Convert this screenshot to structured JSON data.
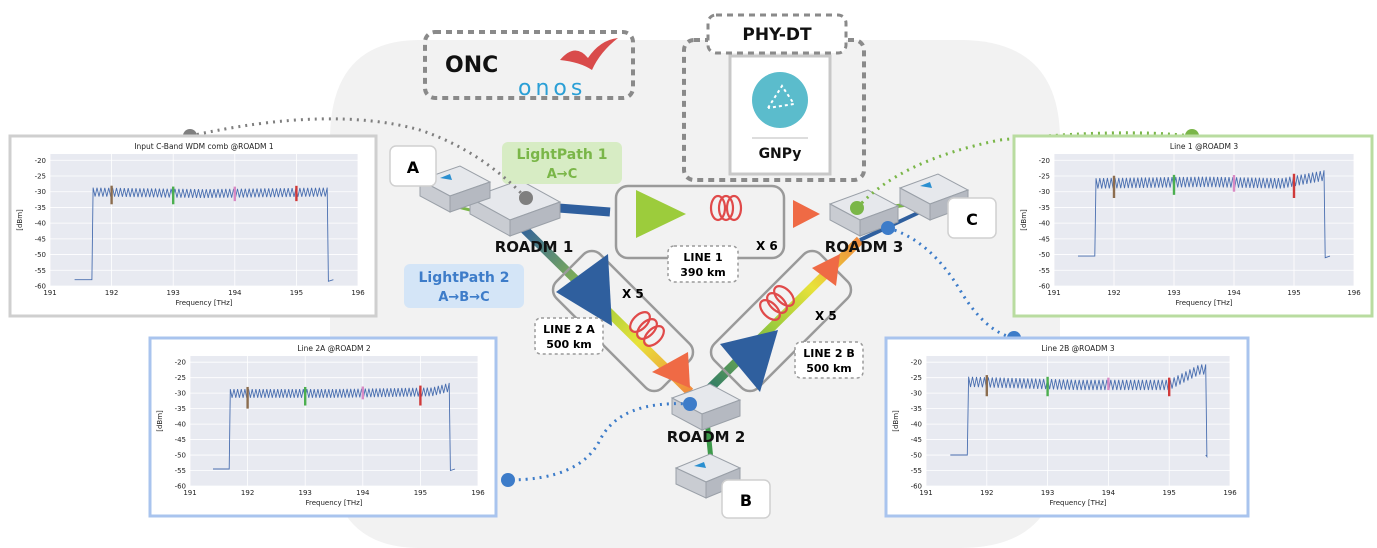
{
  "controller_box": {
    "label": "ONC",
    "logo_text": "onos"
  },
  "digital_twin_box": {
    "title": "PHY-DT",
    "tool_label": "GNPy"
  },
  "nodes": {
    "A": "A",
    "B": "B",
    "C": "C",
    "roadm1": "ROADM 1",
    "roadm2": "ROADM 2",
    "roadm3": "ROADM 3"
  },
  "lightpaths": {
    "lp1": {
      "title": "LightPath 1",
      "route": "A→C"
    },
    "lp2": {
      "title": "LightPath 2",
      "route": "A→B→C"
    }
  },
  "links": {
    "line1": {
      "name": "LINE 1",
      "length": "390 km",
      "spans": "X 6"
    },
    "line2a": {
      "name": "LINE 2 A",
      "length": "500 km",
      "spans": "X 5"
    },
    "line2b": {
      "name": "LINE 2 B",
      "length": "500 km",
      "spans": "X 5"
    }
  },
  "colors": {
    "lp1_accent": "#7ab648",
    "lp2_accent": "#3d7cc9",
    "gray_dot": "#7f7f7f",
    "amp_green": "#9ccc3c",
    "amp_blue": "#2f5f9e",
    "amp_red": "#ef6a45",
    "trace": "#4a6fb0",
    "plot_bg": "#e8eaf1"
  },
  "chart_data": [
    {
      "type": "line",
      "title": "Input C-Band WDM comb @ROADM 1",
      "xlabel": "Frequency [THz]",
      "ylabel": "[dBm]",
      "xlim": [
        191,
        196
      ],
      "ylim": [
        -60,
        -18
      ],
      "xticks": [
        "191",
        "192",
        "193",
        "194",
        "195",
        "196"
      ],
      "yticks": [
        "-20",
        "-25",
        "-30",
        "-35",
        "-40",
        "-45",
        "-50",
        "-55",
        "-60"
      ],
      "floor": -58,
      "band": [
        191.7,
        195.5
      ],
      "profile": {
        "x": [
          191.7,
          193.5,
          195.5
        ],
        "y": [
          -29,
          -29.5,
          -29
        ]
      },
      "ripple": 2.5,
      "markers": [
        {
          "x": 192.0,
          "color": "#8c6d4f",
          "y": -34
        },
        {
          "x": 193.0,
          "color": "#4caf50",
          "y": -34
        },
        {
          "x": 194.0,
          "color": "#d98bc5",
          "y": -33
        },
        {
          "x": 195.0,
          "color": "#d03a3a",
          "y": -33
        }
      ]
    },
    {
      "type": "line",
      "title": "Line 2A @ROADM 2",
      "xlabel": "Frequency [THz]",
      "ylabel": "[dBm]",
      "xlim": [
        191,
        196
      ],
      "ylim": [
        -60,
        -18
      ],
      "xticks": [
        "191",
        "192",
        "193",
        "194",
        "195",
        "196"
      ],
      "yticks": [
        "-20",
        "-25",
        "-30",
        "-35",
        "-40",
        "-45",
        "-50",
        "-55",
        "-60"
      ],
      "floor": -54.5,
      "band": [
        191.7,
        195.5
      ],
      "profile": {
        "x": [
          191.7,
          193.5,
          195.2,
          195.5
        ],
        "y": [
          -29,
          -29,
          -28.5,
          -27
        ]
      },
      "ripple": 2.5,
      "markers": [
        {
          "x": 192.0,
          "color": "#8c6d4f",
          "y": -35
        },
        {
          "x": 193.0,
          "color": "#4caf50",
          "y": -34
        },
        {
          "x": 194.0,
          "color": "#d98bc5",
          "y": -32
        },
        {
          "x": 195.0,
          "color": "#d03a3a",
          "y": -34
        }
      ]
    },
    {
      "type": "line",
      "title": "Line 1 @ROADM 3",
      "xlabel": "Frequency [THz]",
      "ylabel": "[dBm]",
      "xlim": [
        191,
        196
      ],
      "ylim": [
        -60,
        -18
      ],
      "xticks": [
        "191",
        "192",
        "193",
        "194",
        "195",
        "196"
      ],
      "yticks": [
        "-20",
        "-25",
        "-30",
        "-35",
        "-40",
        "-45",
        "-50",
        "-55",
        "-60"
      ],
      "floor": -50.5,
      "band": [
        191.7,
        195.5
      ],
      "profile": {
        "x": [
          191.7,
          193.5,
          194.8,
          195.5
        ],
        "y": [
          -26,
          -25.5,
          -26,
          -23.5
        ]
      },
      "ripple": 3,
      "markers": [
        {
          "x": 192.0,
          "color": "#8c6d4f",
          "y": -32
        },
        {
          "x": 193.0,
          "color": "#4caf50",
          "y": -31
        },
        {
          "x": 194.0,
          "color": "#d98bc5",
          "y": -30
        },
        {
          "x": 195.0,
          "color": "#d03a3a",
          "y": -32
        }
      ]
    },
    {
      "type": "line",
      "title": "Line 2B @ROADM 3",
      "xlabel": "Frequency [THz]",
      "ylabel": "[dBm]",
      "xlim": [
        191,
        196
      ],
      "ylim": [
        -60,
        -18
      ],
      "xticks": [
        "191",
        "192",
        "193",
        "194",
        "195",
        "196"
      ],
      "yticks": [
        "-20",
        "-25",
        "-30",
        "-35",
        "-40",
        "-45",
        "-50",
        "-55",
        "-60"
      ],
      "floor": -50,
      "band": [
        191.7,
        195.6
      ],
      "profile": {
        "x": [
          191.7,
          193.5,
          195.0,
          195.5
        ],
        "y": [
          -25,
          -26,
          -26,
          -21
        ]
      },
      "ripple": 3,
      "markers": [
        {
          "x": 192.0,
          "color": "#8c6d4f",
          "y": -31
        },
        {
          "x": 193.0,
          "color": "#4caf50",
          "y": -31
        },
        {
          "x": 194.0,
          "color": "#d98bc5",
          "y": -29
        },
        {
          "x": 195.0,
          "color": "#d03a3a",
          "y": -31
        }
      ]
    }
  ]
}
